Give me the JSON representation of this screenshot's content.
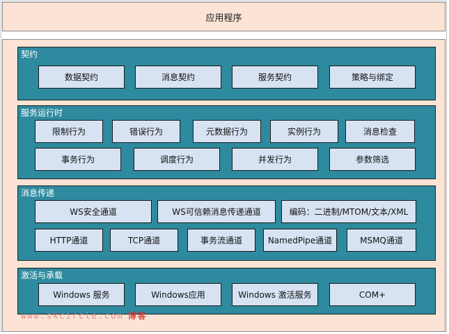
{
  "app_label": "应用程序",
  "layers": {
    "contract": {
      "title": "契约",
      "items": [
        "数据契约",
        "消息契约",
        "服务契约",
        "策略与绑定"
      ]
    },
    "runtime": {
      "title": "服务运行时",
      "row1": [
        "限制行为",
        "错误行为",
        "元数据行为",
        "实例行为",
        "消息检查"
      ],
      "row2": [
        "事务行为",
        "调度行为",
        "并发行为",
        "参数筛选"
      ]
    },
    "messaging": {
      "title": "消息传递",
      "row1": [
        "WS安全通道",
        "WS可信赖消息传递通道",
        "编码：二进制/MTOM/文本/XML"
      ],
      "row2": [
        "HTTP通道",
        "TCP通道",
        "事务流通道",
        "NamedPipe通道",
        "MSMQ通道"
      ]
    },
    "hosting": {
      "title": "激活与承载",
      "items": [
        "Windows 服务",
        "Windows应用",
        "Windows 激活服务",
        "COM+"
      ]
    }
  },
  "watermark": {
    "url": "www.skcircle.com",
    "cn": "博客"
  },
  "colors": {
    "pink_background": "#fbe4d5",
    "layer_teal": "#2e8a9e",
    "box_blue": "#d7e3f3"
  }
}
